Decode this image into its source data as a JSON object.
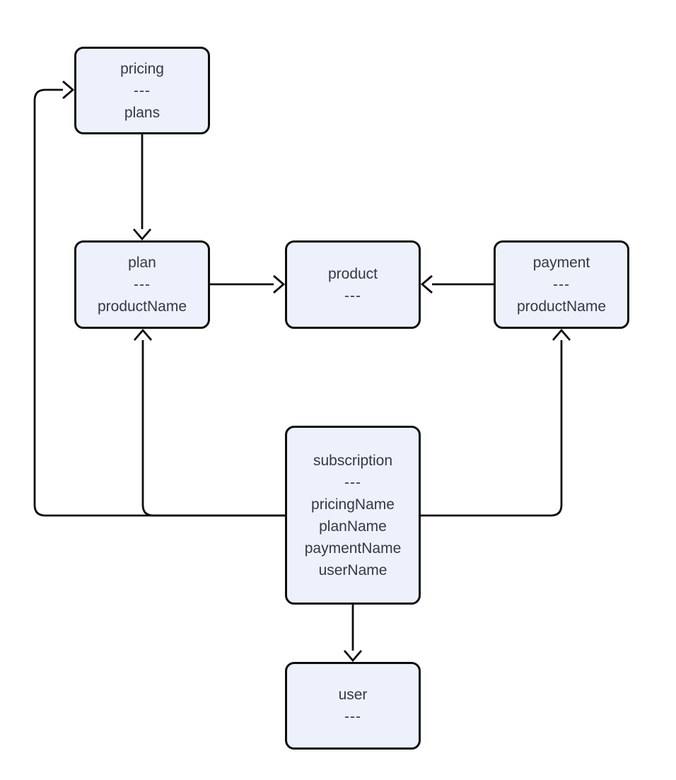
{
  "diagram": {
    "type": "entity-relationship-flowchart",
    "colors": {
      "background": "#ffffff",
      "node_fill": "#ECF1FB",
      "node_border": "#0d0d0d",
      "edge": "#0d0d0d",
      "text": "#333845"
    },
    "nodes": [
      {
        "id": "pricing",
        "title": "pricing",
        "separator": "---",
        "attributes": [
          "plans"
        ]
      },
      {
        "id": "plan",
        "title": "plan",
        "separator": "---",
        "attributes": [
          "productName"
        ]
      },
      {
        "id": "product",
        "title": "product",
        "separator": "---",
        "attributes": []
      },
      {
        "id": "payment",
        "title": "payment",
        "separator": "---",
        "attributes": [
          "productName"
        ]
      },
      {
        "id": "subscription",
        "title": "subscription",
        "separator": "---",
        "attributes": [
          "pricingName",
          "planName",
          "paymentName",
          "userName"
        ]
      },
      {
        "id": "user",
        "title": "user",
        "separator": "---",
        "attributes": []
      }
    ],
    "edges": [
      {
        "from": "pricing",
        "to": "plan"
      },
      {
        "from": "plan",
        "to": "product"
      },
      {
        "from": "payment",
        "to": "product"
      },
      {
        "from": "subscription",
        "to": "pricing"
      },
      {
        "from": "subscription",
        "to": "plan"
      },
      {
        "from": "subscription",
        "to": "payment"
      },
      {
        "from": "subscription",
        "to": "user"
      }
    ]
  }
}
